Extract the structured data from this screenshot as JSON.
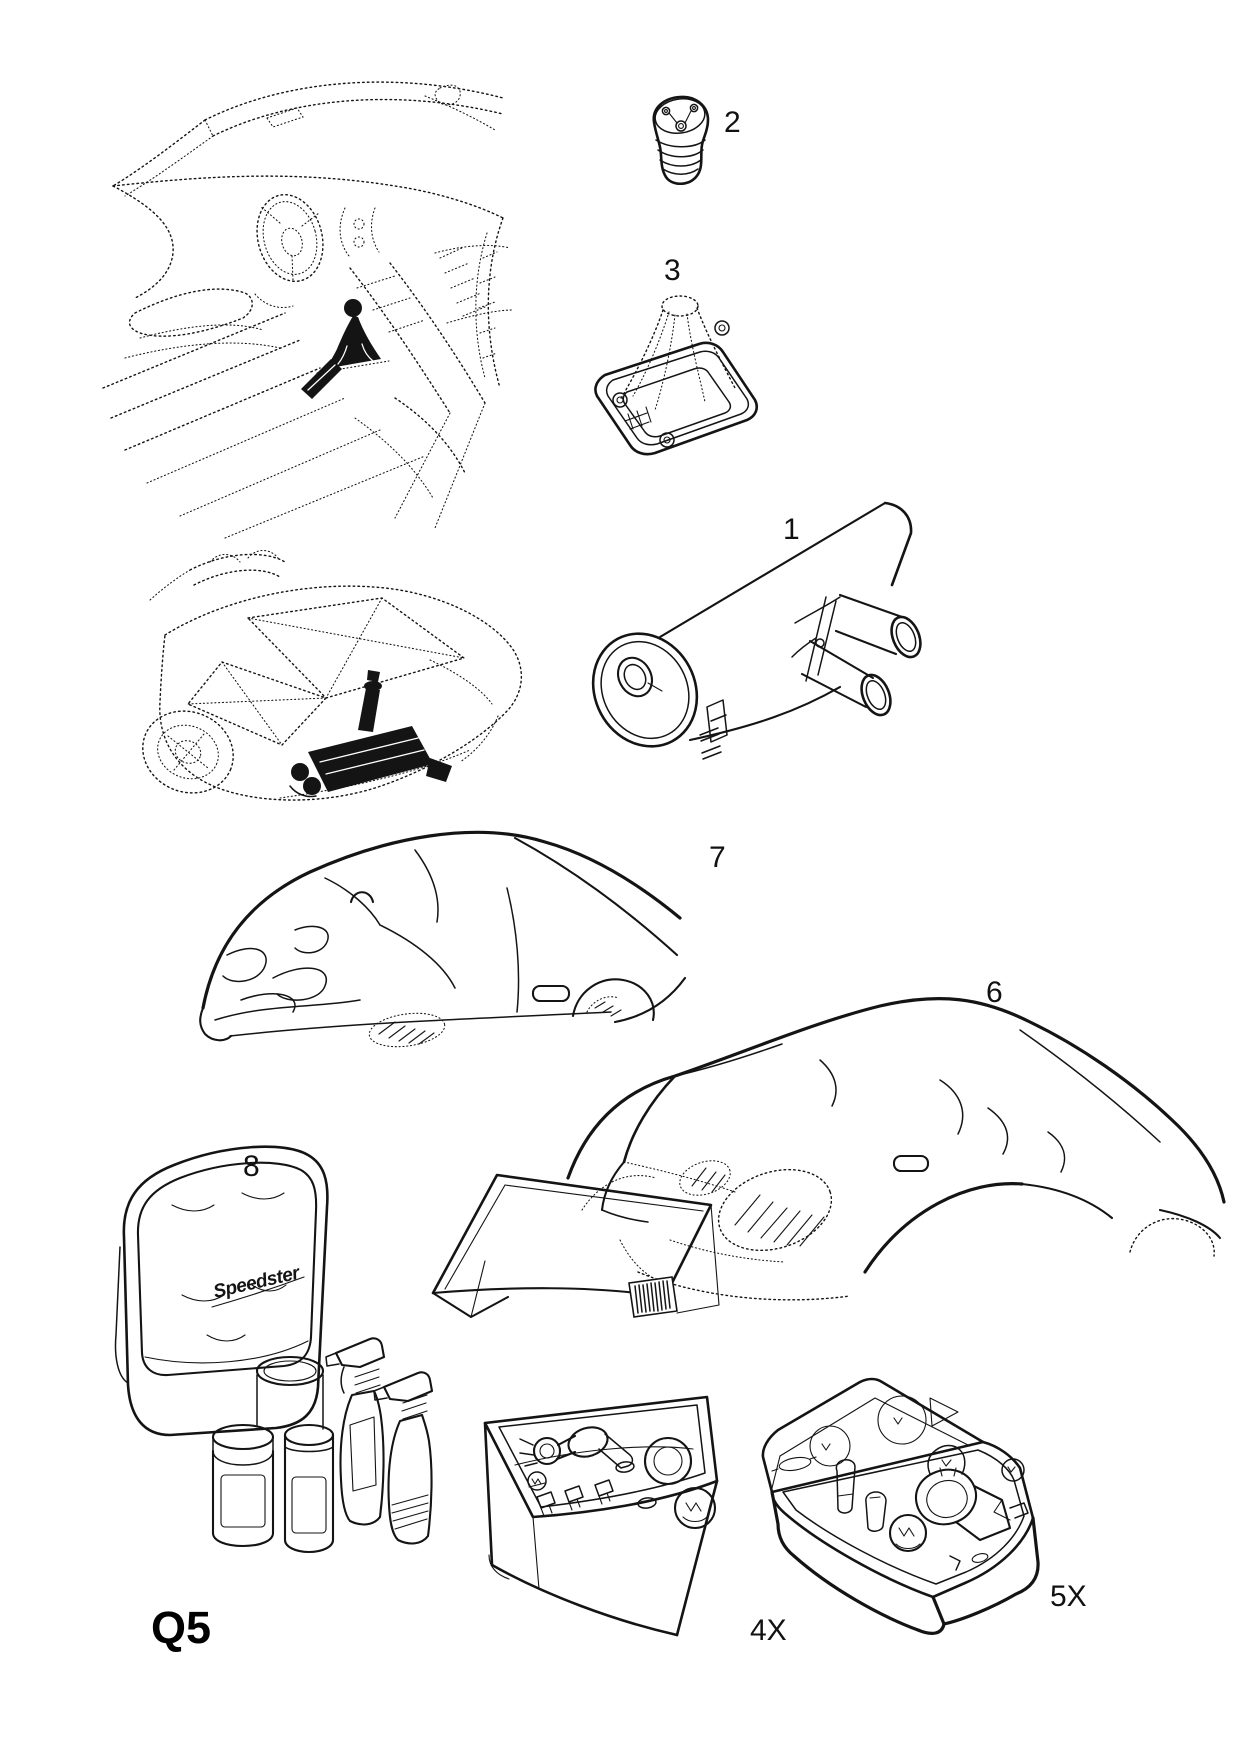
{
  "page": {
    "code": "Q5",
    "paper_color": "#ffffff",
    "ink_color": "#141414"
  },
  "callouts": {
    "silencer": "1",
    "gear_knob": "2",
    "gear_lever_gaiter": "3",
    "car_cover_rear": "6",
    "car_cover_front": "7",
    "care_kit": "8",
    "bulb_kit_carton": "4X",
    "bulb_kit_case": "5X"
  },
  "branding": {
    "care_kit_logo": "Speedster"
  },
  "icons": [
    "interior-gearshift-reference-icon",
    "gear-knob-icon",
    "gear-lever-gaiter-icon",
    "sports-silencer-icon",
    "rear-exhaust-reference-icon",
    "car-cover-front-icon",
    "car-cover-rear-icon",
    "care-kit-icon",
    "bulb-kit-carton-icon",
    "bulb-kit-case-icon"
  ]
}
